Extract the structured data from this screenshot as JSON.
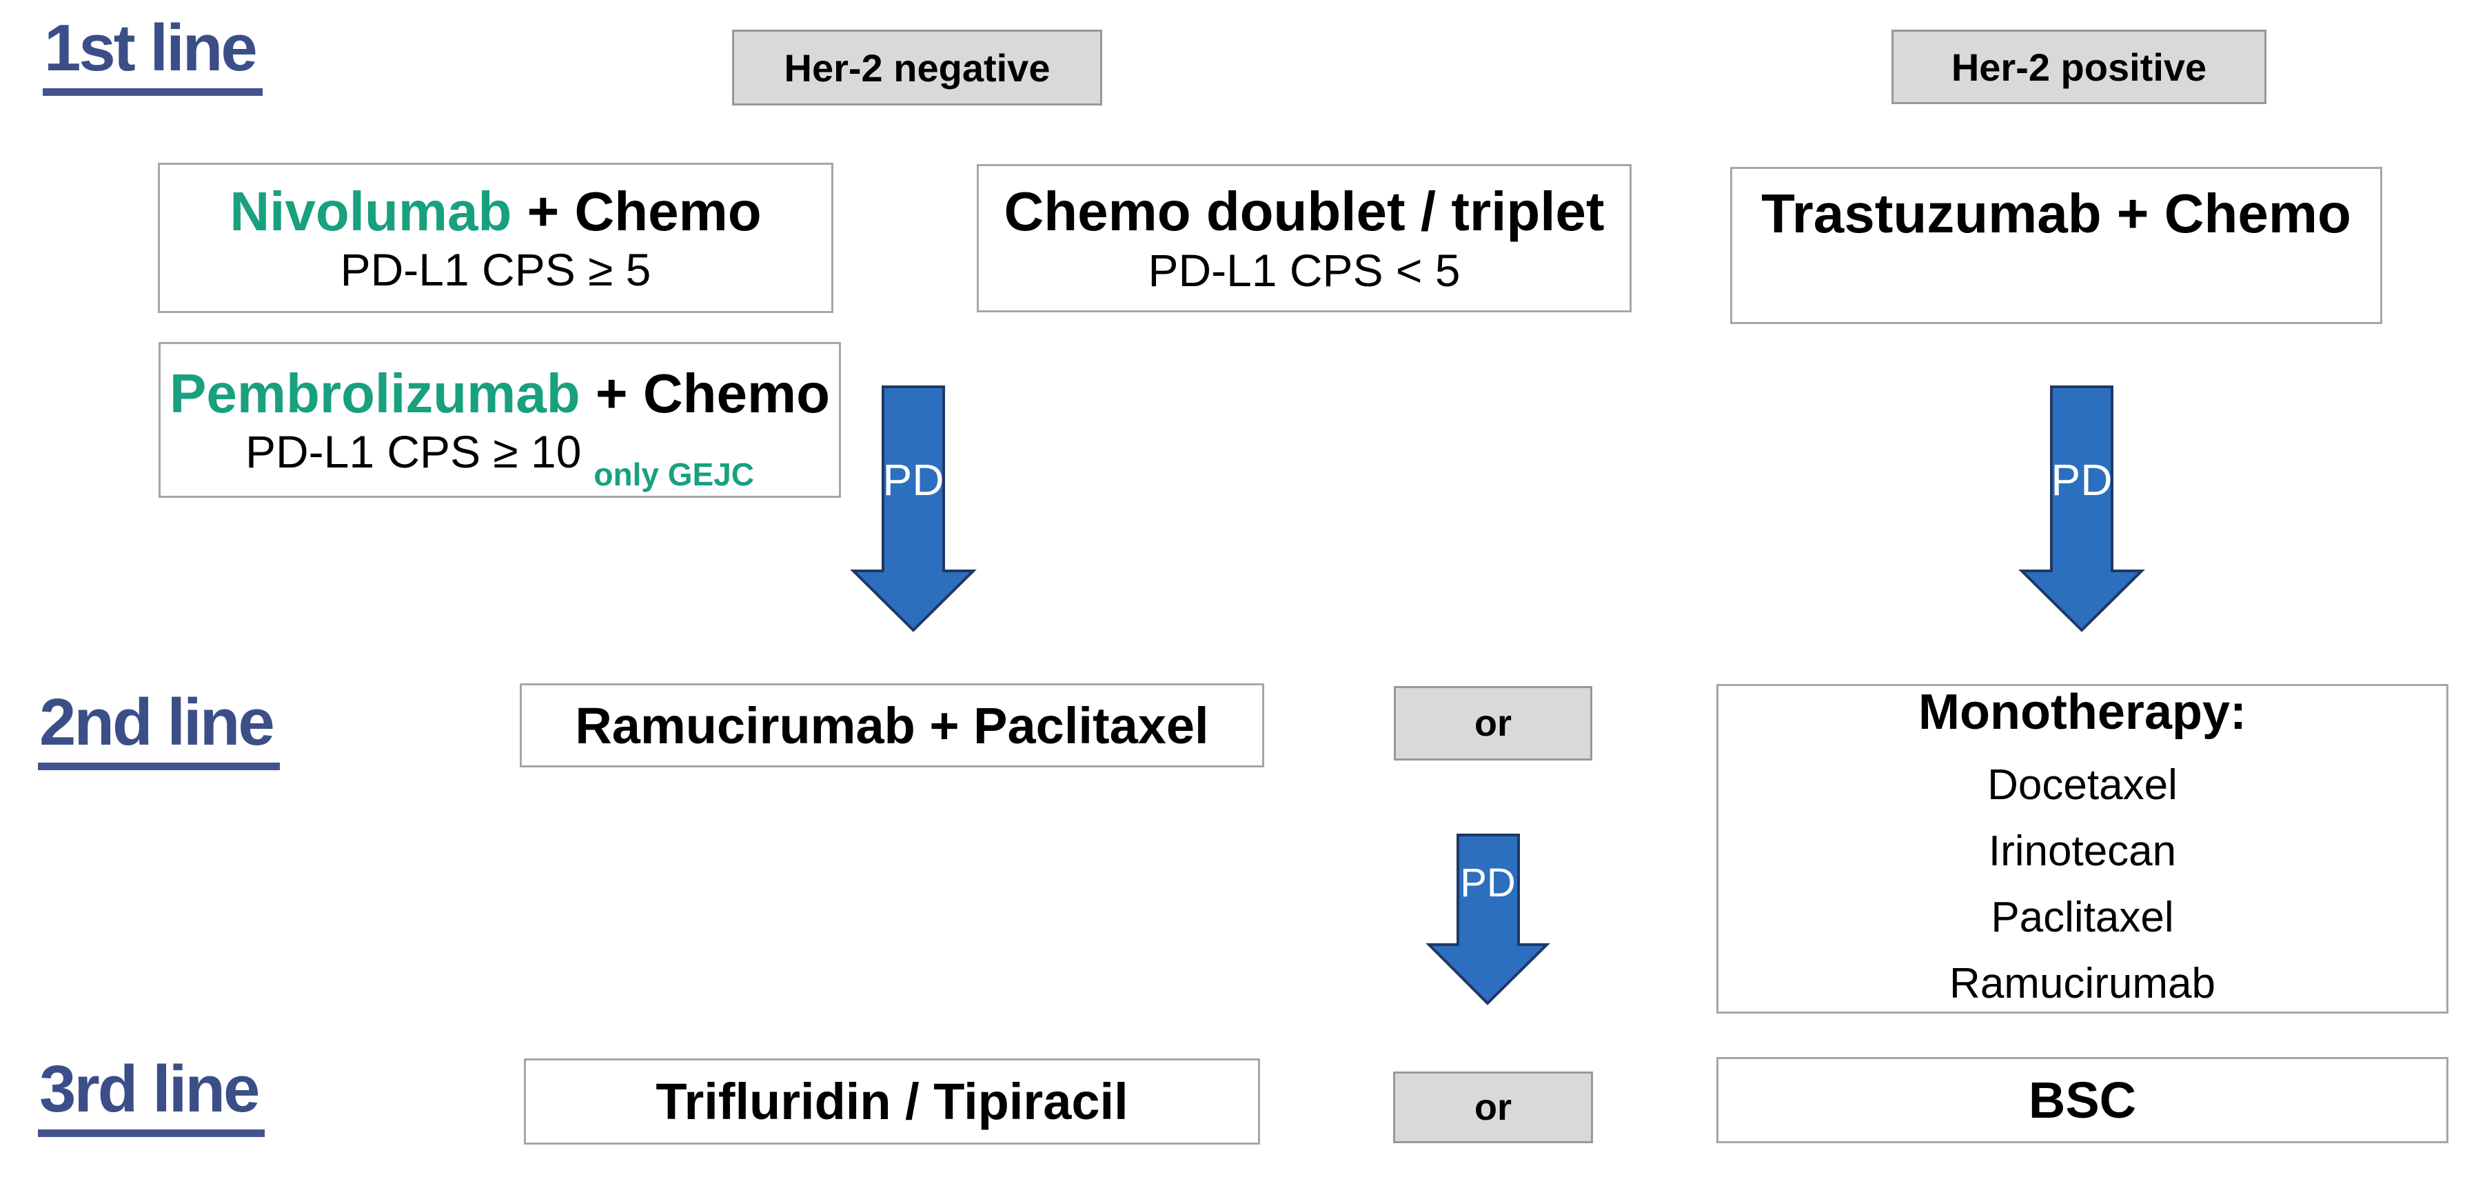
{
  "colors": {
    "heading_blue": "#3B4E87",
    "drug_green": "#18A07F",
    "arrow_blue": "#2C6FBF",
    "arrow_outline": "#1F3864",
    "white_box_border": "#A6A6A6",
    "gray_box_fill": "#D9D9D9",
    "gray_box_border": "#989898"
  },
  "headings": {
    "first": "1st line",
    "second": "2nd line",
    "third": "3rd line"
  },
  "her2": {
    "negative": "Her-2 negative",
    "positive": "Her-2 positive"
  },
  "first_line": {
    "nivolumab": {
      "drug": "Nivolumab",
      "combo": " + Chemo",
      "criteria": "PD-L1 CPS ≥ 5"
    },
    "pembrolizumab": {
      "drug": "Pembrolizumab",
      "combo": " + Chemo",
      "criteria": "PD-L1 CPS ≥ 10",
      "note": "only GEJC"
    },
    "chemo_doublet": {
      "title": "Chemo doublet / triplet",
      "criteria": "PD-L1 CPS < 5"
    },
    "trastuzumab": {
      "title": "Trastuzumab + Chemo"
    }
  },
  "second_line": {
    "ramucirumab": {
      "title": "Ramucirumab + Paclitaxel"
    },
    "or_label": "or",
    "monotherapy": {
      "title": "Monotherapy:",
      "options": [
        "Docetaxel",
        "Irinotecan",
        "Paclitaxel",
        "Ramucirumab"
      ]
    }
  },
  "third_line": {
    "trifluridin": {
      "title": "Trifluridin / Tipiracil"
    },
    "or_label": "or",
    "bsc": {
      "title": "BSC"
    }
  },
  "arrows": {
    "pd_label": "PD"
  }
}
